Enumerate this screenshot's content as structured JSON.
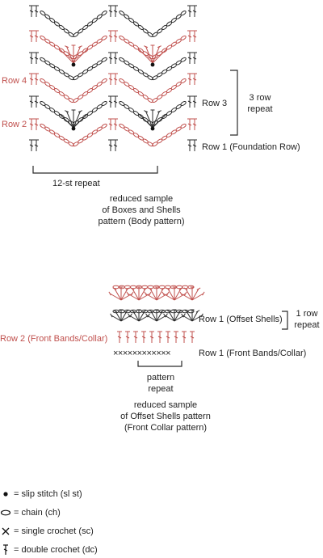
{
  "diagram1": {
    "row_labels_left": {
      "row4": "Row 4",
      "row2": "Row 2"
    },
    "row_labels_right": {
      "row3": "Row 3",
      "row1": "Row 1 (Foundation Row)"
    },
    "repeat_label": "3 row\nrepeat",
    "stitch_repeat": "12-st repeat",
    "caption": "reduced sample\nof Boxes and Shells\npattern (Body pattern)",
    "colors": {
      "black": "#2b2b2b",
      "red": "#c0504d"
    }
  },
  "diagram2": {
    "row_label_left": "Row 2 (Front Bands/Collar)",
    "row_labels_right": {
      "offset": "Row 1 (Offset Shells)",
      "front": "Row 1 (Front Bands/Collar)"
    },
    "repeat_label": "1 row\nrepeat",
    "pattern_repeat": "pattern\nrepeat",
    "caption": "reduced sample\nof Offset Shells pattern\n(Front Collar pattern)",
    "sc_row": "××××××××××××"
  },
  "legend": [
    {
      "icon": "slip-stitch-icon",
      "text": "= slip stitch (sl st)"
    },
    {
      "icon": "chain-icon",
      "text": "= chain (ch)"
    },
    {
      "icon": "single-crochet-icon",
      "text": "= single crochet (sc)"
    },
    {
      "icon": "double-crochet-icon",
      "text": "= double crochet (dc)"
    }
  ]
}
